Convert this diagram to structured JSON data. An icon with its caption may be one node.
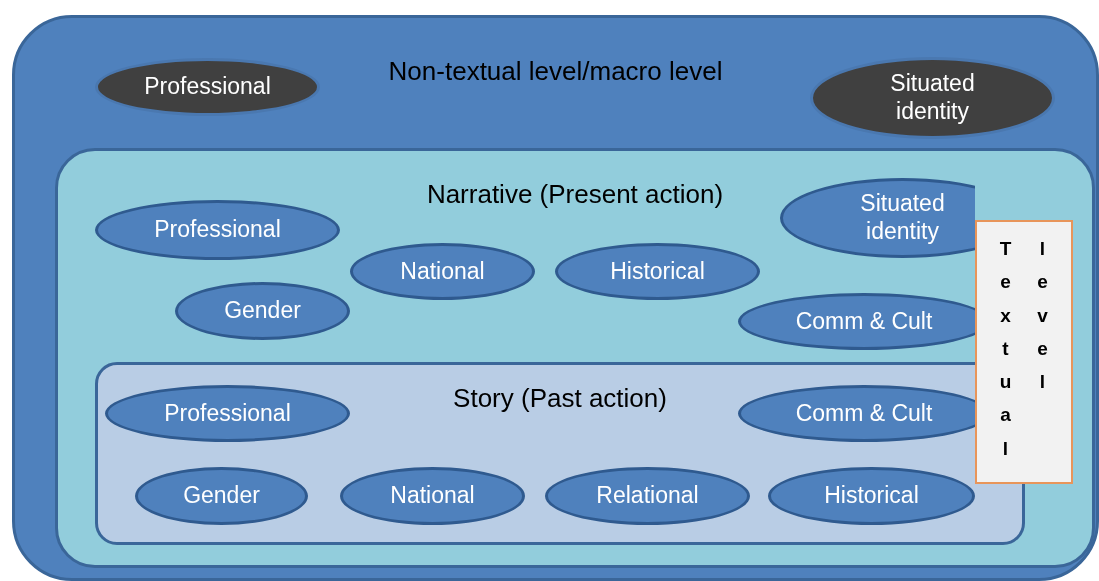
{
  "diagram": {
    "nodes": [
      {
        "text": [
          "Non-textual level/macro level"
        ]
      },
      {
        "text": [
          "Professional"
        ],
        "in": 0
      },
      {
        "text": [
          "Situated identity"
        ],
        "in": 0
      },
      {
        "text": [
          "Narrative (Present action)"
        ],
        "in": 0
      },
      {
        "text": [
          "Professional"
        ],
        "in": 3
      },
      {
        "text": [
          "Situated identity"
        ],
        "in": 3
      },
      {
        "text": [
          "National"
        ],
        "in": 3
      },
      {
        "text": [
          "Historical"
        ],
        "in": 3
      },
      {
        "text": [
          "Gender"
        ],
        "in": 3
      },
      {
        "text": [
          "Comm & Cult"
        ],
        "in": 3
      },
      {
        "text": [
          "Story (Past action)"
        ],
        "in": 3
      },
      {
        "text": [
          "Professional"
        ],
        "in": 10
      },
      {
        "text": [
          "Comm & Cult"
        ],
        "in": 10
      },
      {
        "text": [
          "Gender"
        ],
        "in": 10
      },
      {
        "text": [
          "National"
        ],
        "in": 10
      },
      {
        "text": [
          "Relational"
        ],
        "in": 10
      },
      {
        "text": [
          "Historical"
        ],
        "in": 10
      },
      {
        "text": [
          "Textual",
          "level"
        ],
        "in": 3
      }
    ]
  }
}
